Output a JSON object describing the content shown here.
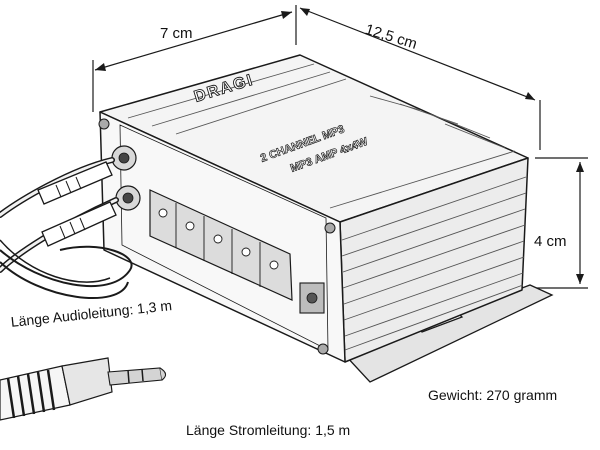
{
  "dimensions": {
    "width_label": "7 cm",
    "length_label": "12,5 cm",
    "height_label": "4 cm"
  },
  "device": {
    "brand": "DRAGI",
    "front_line1": "2 CHANNEL MP3",
    "front_line2": "MP3 AMP 4x4W"
  },
  "notes": {
    "audio_cable": "Länge  Audioleitung: 1,3 m",
    "power_cable": "Länge Stromleitung: 1,5 m",
    "weight": "Gewicht: 270 gramm"
  },
  "style": {
    "ink": "#1a1a1a",
    "shade": "#cfcfcf",
    "paper": "#ffffff"
  }
}
